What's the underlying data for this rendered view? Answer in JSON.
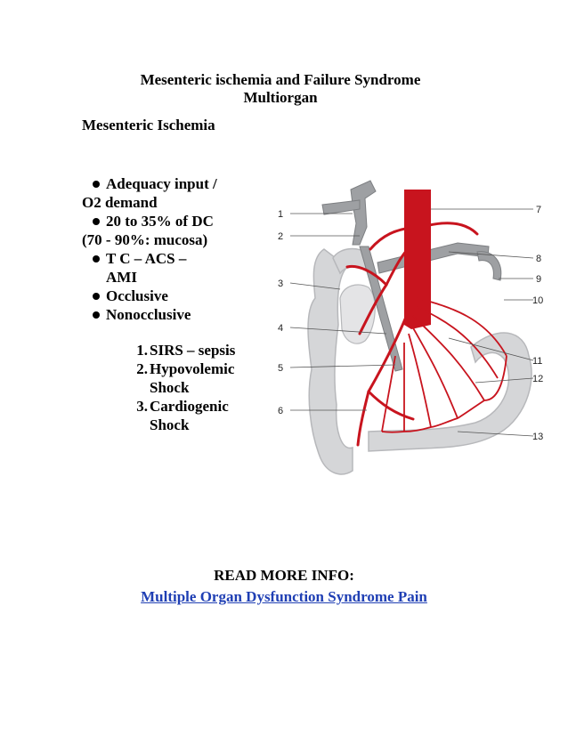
{
  "document": {
    "title_line1": "Mesenteric ischemia and Failure Syndrome",
    "title_line2": "Multiorgan",
    "subtitle": "Mesenteric Ischemia",
    "bullets": {
      "b1_line1": "Adequacy input /",
      "b1_line2": "O2 demand",
      "b2_line1": "20 to 35% of DC",
      "b2_line2": "(70 - 90%: mucosa)",
      "b3_line1": "T C – ACS –",
      "b3_line2": "AMI",
      "b4": "Occlusive",
      "b5": "Nonocclusive"
    },
    "numbered": [
      {
        "num": "1.",
        "lines": [
          "SIRS – sepsis"
        ]
      },
      {
        "num": "2.",
        "lines": [
          "Hypovolemic",
          "Shock"
        ]
      },
      {
        "num": "3.",
        "lines": [
          "Cardiogenic",
          "Shock"
        ]
      }
    ],
    "figure_labels": [
      "1",
      "2",
      "3",
      "4",
      "5",
      "6",
      "7",
      "8",
      "9",
      "10",
      "11",
      "12",
      "13"
    ],
    "read_more": "READ MORE INFO:",
    "link_text": "Multiple Organ Dysfunction Syndrome Pain"
  },
  "colors": {
    "artery_red": "#c8141e",
    "vein_gray": "#9ea0a3",
    "intestine_gray": "#d5d6d8",
    "link_blue": "#1f3fb4"
  }
}
